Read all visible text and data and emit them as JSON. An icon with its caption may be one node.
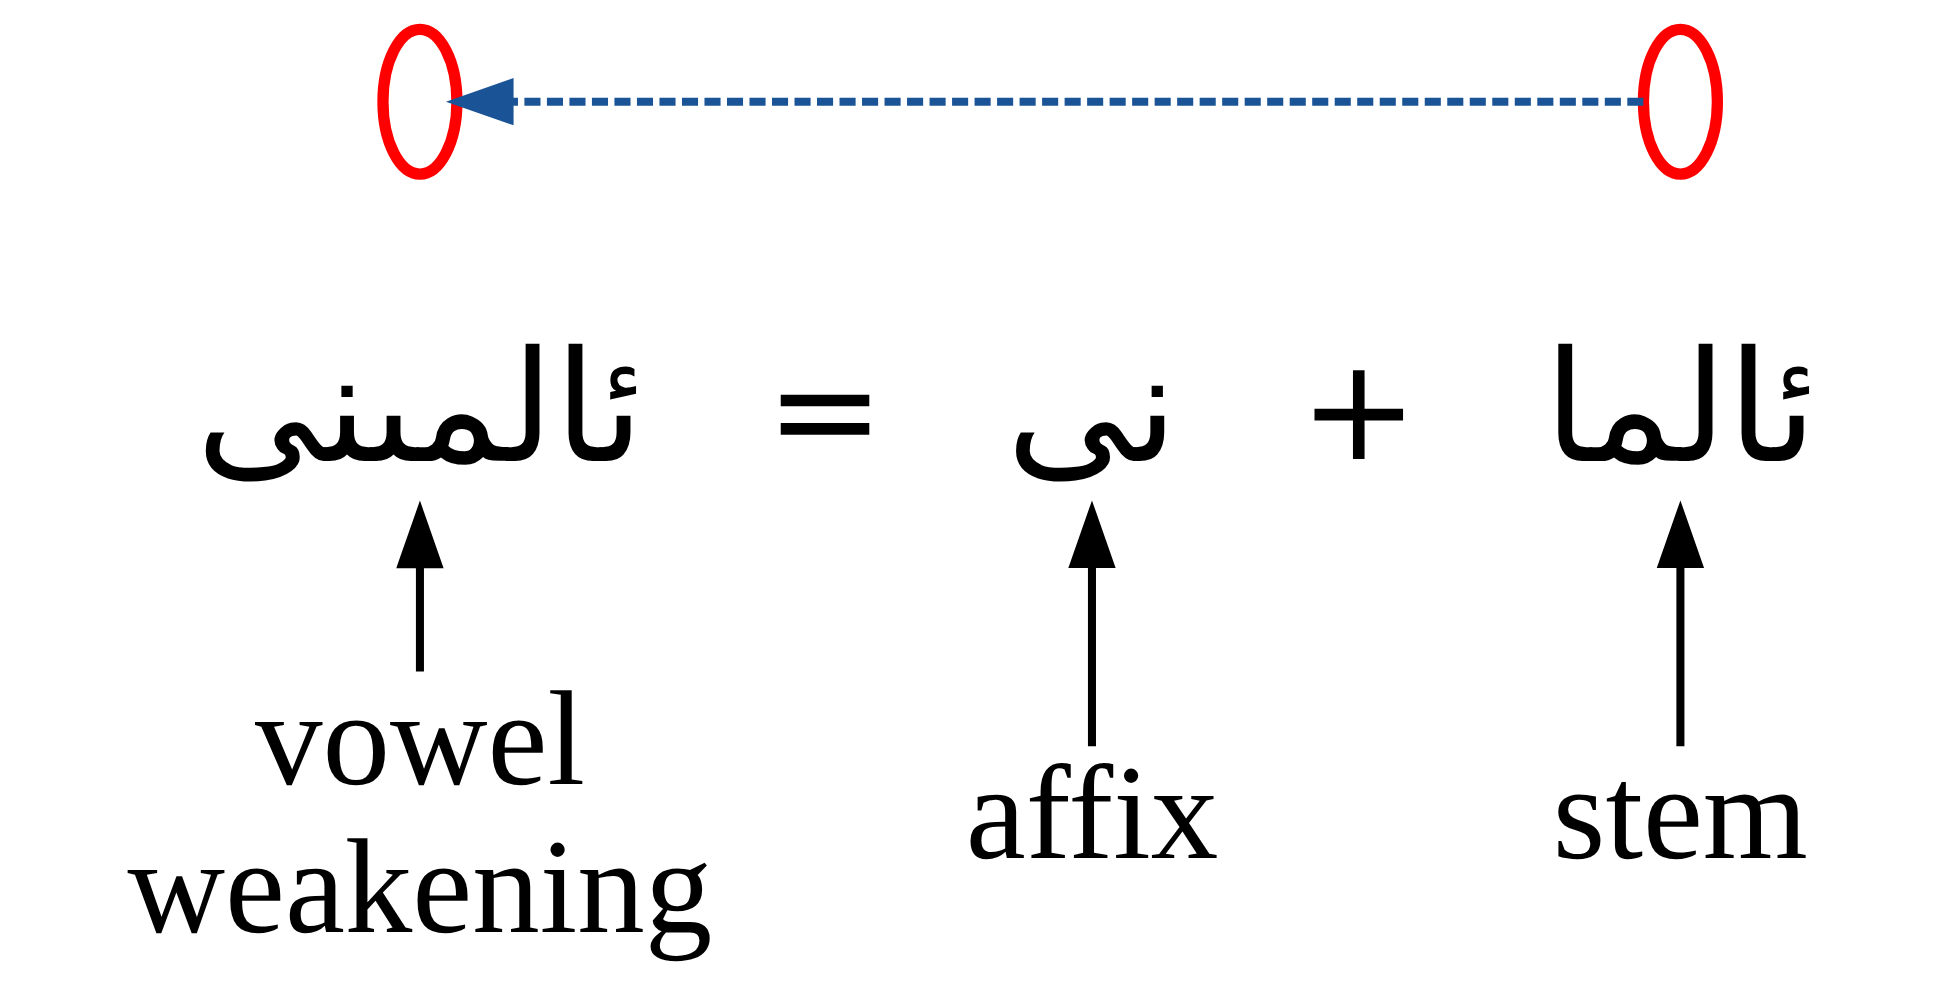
{
  "diagram": {
    "nodes": [
      {
        "text": [
          "ئالمىنى"
        ]
      },
      {
        "text": [
          "نى"
        ]
      },
      {
        "text": [
          "ئالما"
        ]
      },
      {
        "text": [],
        "shape": "circle"
      },
      {
        "text": [],
        "shape": "circle"
      },
      {
        "text": [
          "vowel weakening"
        ]
      },
      {
        "text": [
          "affix"
        ]
      },
      {
        "text": [
          "stem"
        ]
      }
    ],
    "edges": [
      {
        "from": 5,
        "to": 0,
        "arrow": "to"
      },
      {
        "from": 6,
        "to": 1,
        "arrow": "to"
      },
      {
        "from": 7,
        "to": 2,
        "arrow": "to"
      },
      {
        "from": 4,
        "to": 3,
        "arrow": "to",
        "style": "dashed",
        "color": "#1a5496"
      }
    ],
    "labels": [
      "=",
      "+"
    ]
  }
}
